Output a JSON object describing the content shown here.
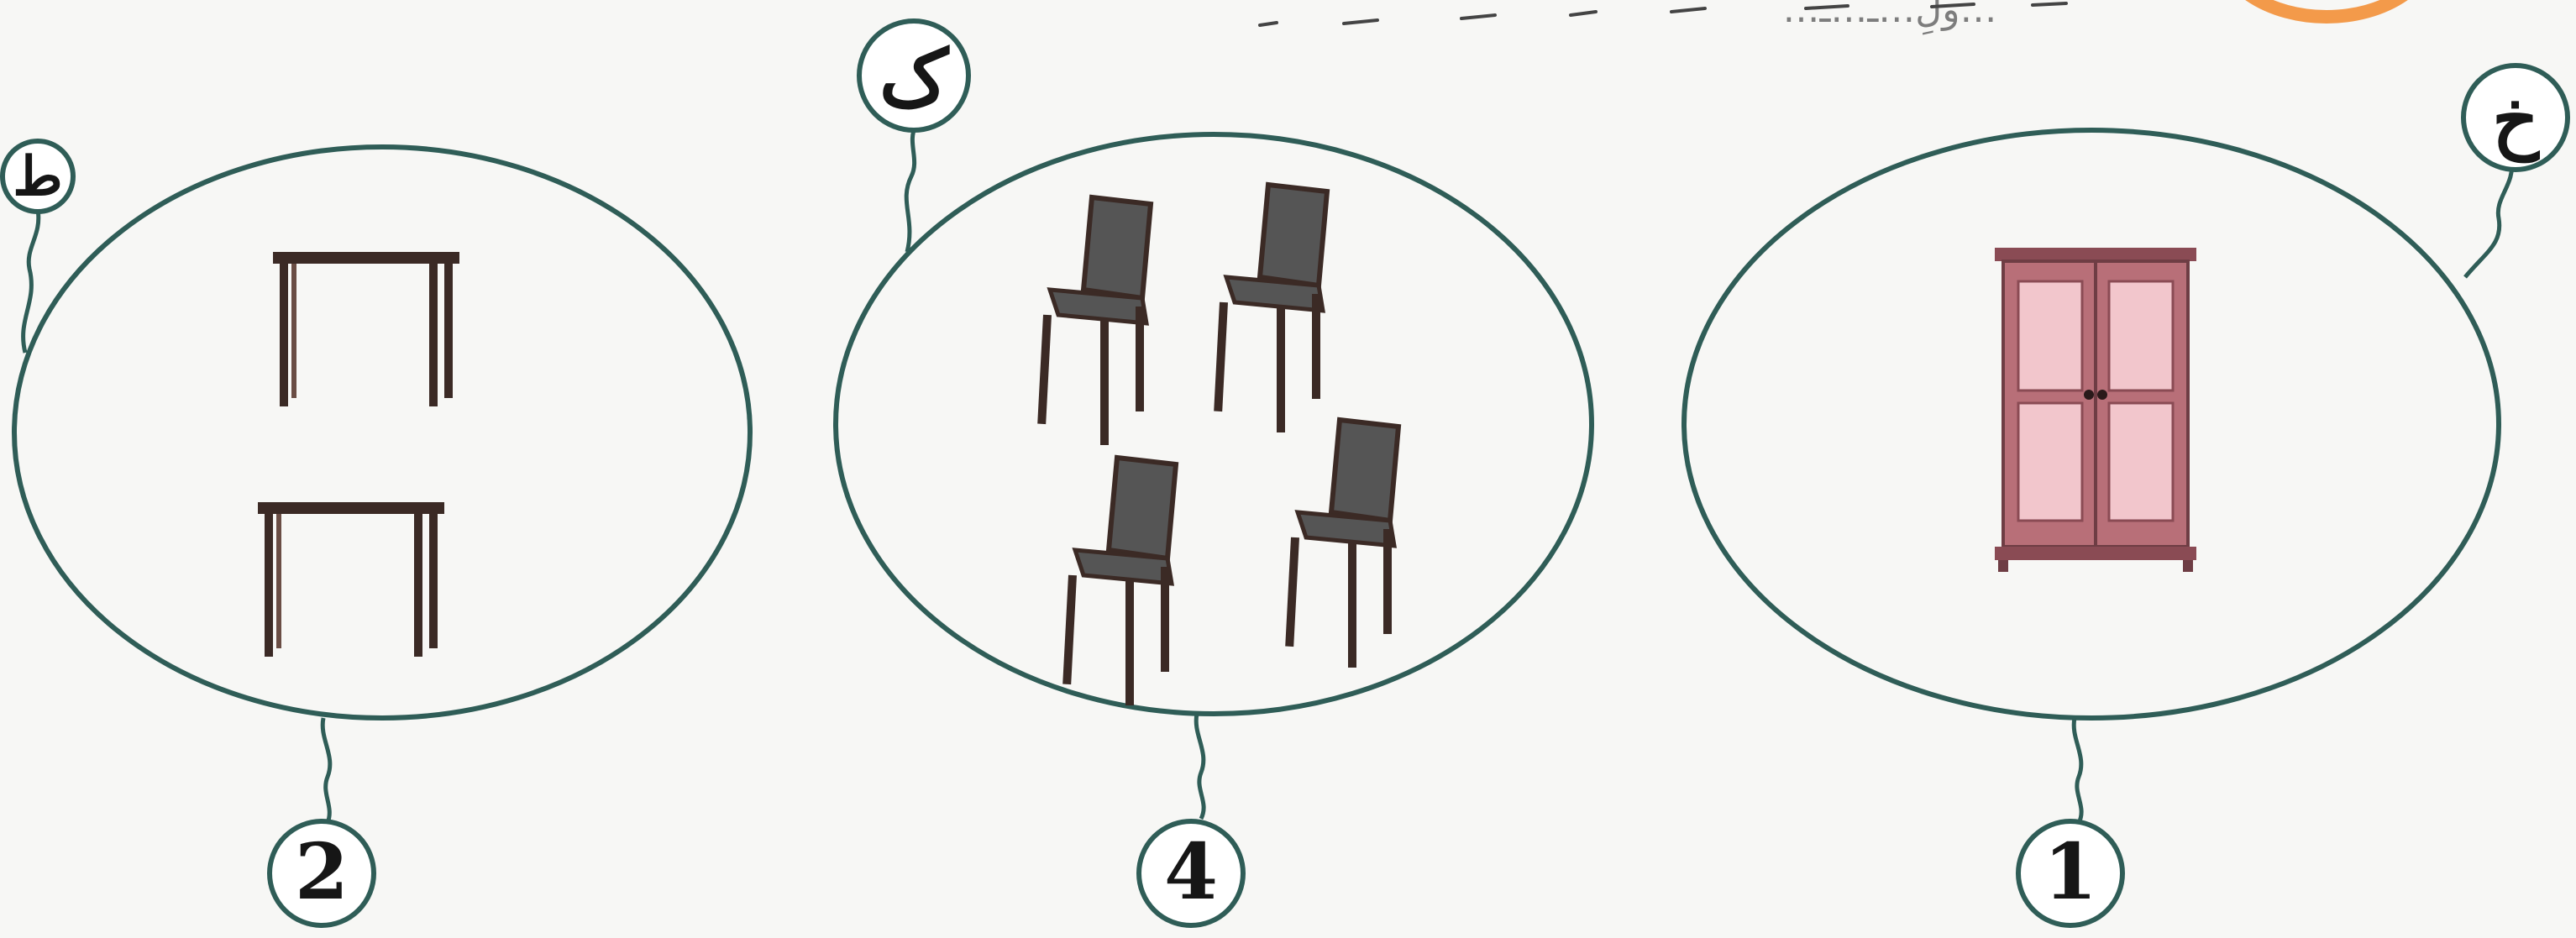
{
  "header_partial_text": "…ولِ…ـ…ـ…",
  "colors": {
    "ring": "#2f5d57",
    "accent_orange": "#f39a4a",
    "wood_dark": "#3b2a25",
    "chair_seat": "#555555",
    "wardrobe": "#b86f78",
    "wardrobe_panel": "#f2c6cc"
  },
  "groups": [
    {
      "id": "tables",
      "letter": "ط",
      "count_label": "2",
      "item_icon": "table-icon",
      "item_count": 2
    },
    {
      "id": "chairs",
      "letter": "ک",
      "count_label": "4",
      "item_icon": "chair-icon",
      "item_count": 4
    },
    {
      "id": "wardrobe",
      "letter": "خ",
      "count_label": "1",
      "item_icon": "wardrobe-icon",
      "item_count": 1
    }
  ]
}
